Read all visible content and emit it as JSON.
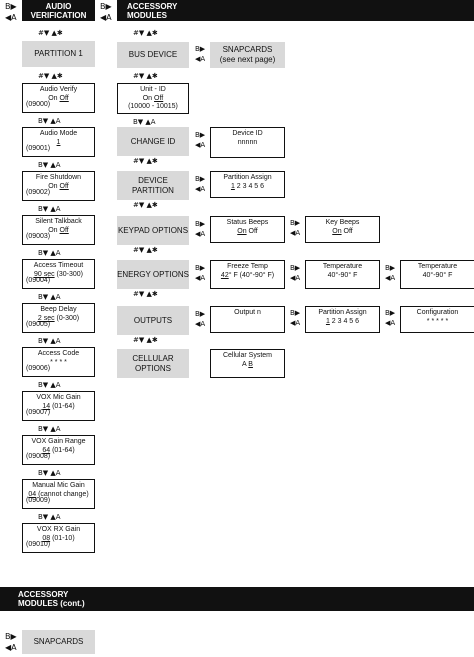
{
  "headers": {
    "audio": [
      "AUDIO",
      "VERIFICATION"
    ],
    "accessory": [
      "ACCESSORY",
      "MODULES"
    ],
    "accessory_cont": [
      "ACCESSORY",
      "MODULES (cont.)"
    ]
  },
  "nav": {
    "b_right": "B▶",
    "a_left": "◀A",
    "hash_down_up_star": "#▼      ▲✱",
    "b_down_up_a": "B▼      ▲A"
  },
  "audio": {
    "partition": "PARTITION 1",
    "items": [
      {
        "title": "Audio Verify",
        "pre": "On ",
        "val": "Off",
        "post": "",
        "code": "(09000)"
      },
      {
        "title": "Audio Mode",
        "pre": "",
        "val": "1",
        "post": "",
        "code": "(09001)"
      },
      {
        "title": "Fire Shutdown",
        "pre": "On ",
        "val": "Off",
        "post": "",
        "code": "(09002)"
      },
      {
        "title": "Silent Talkback",
        "pre": "On ",
        "val": "Off",
        "post": "",
        "code": "(09003)"
      },
      {
        "title": "Access Timeout",
        "pre": "",
        "val": "90 sec",
        "post": " (30-300)",
        "code": "(09004)"
      },
      {
        "title": "Beep Delay",
        "pre": "",
        "val": "2 sec",
        "post": " (0-300)",
        "code": "(09005)"
      },
      {
        "title": "Access Code",
        "pre": "",
        "val": "* * * *",
        "post": "",
        "code": "(09006)",
        "plain": true
      },
      {
        "title": "VOX Mic Gain",
        "pre": "",
        "val": "14",
        "post": " (01-64)",
        "code": "(09007)"
      },
      {
        "title": "VOX Gain Range",
        "pre": "",
        "val": "64",
        "post": " (01-64)",
        "code": "(09008)"
      },
      {
        "title": "Manual Mic Gain",
        "pre": "",
        "val": "04",
        "post": " (cannot change)",
        "code": "(09009)"
      },
      {
        "title": "VOX RX Gain",
        "pre": "",
        "val": "08",
        "post": " (01-10)",
        "code": "(09010)"
      }
    ]
  },
  "accessory": {
    "bus_device": "BUS DEVICE",
    "snapcards": [
      "SNAPCARDS",
      "(see next page)"
    ],
    "unit_id": {
      "title": "Unit - ID",
      "pre": "On ",
      "val": "Off",
      "range": "(10000 - 10015)"
    },
    "menu": [
      {
        "label": [
          "CHANGE ID"
        ]
      },
      {
        "label": [
          "DEVICE",
          "PARTITION"
        ]
      },
      {
        "label": [
          "KEYPAD OPTIONS"
        ]
      },
      {
        "label": [
          "ENERGY OPTIONS"
        ]
      },
      {
        "label": [
          "OUTPUTS"
        ]
      },
      {
        "label": [
          "CELLULAR",
          "OPTIONS"
        ]
      }
    ],
    "device_id": [
      "Device ID",
      "nnnnn"
    ],
    "partition_assign": {
      "title": "Partition Assign",
      "first": "1",
      "rest": " 2 3 4 5 6"
    },
    "status_beeps": {
      "title": "Status Beeps",
      "val": "On",
      "post": " Off"
    },
    "key_beeps": {
      "title": "Key Beeps",
      "val": "On",
      "post": " Off"
    },
    "freeze_temp": {
      "title": "Freeze Temp",
      "val": "42",
      "post": "° F (40°-90° F)"
    },
    "temperature1": [
      "Temperature",
      "40°-90° F"
    ],
    "temperature2": [
      "Temperature",
      "40°-90° F"
    ],
    "output_n": "Output n",
    "out_partition": {
      "title": "Partition Assign",
      "first": "1",
      "rest": " 2 3 4 5 6"
    },
    "configuration": [
      "Configuration",
      "* * * * *"
    ],
    "cellular": {
      "title": "Cellular System",
      "pre": "A ",
      "val": "B"
    }
  },
  "cont": {
    "snapcards": "SNAPCARDS"
  }
}
